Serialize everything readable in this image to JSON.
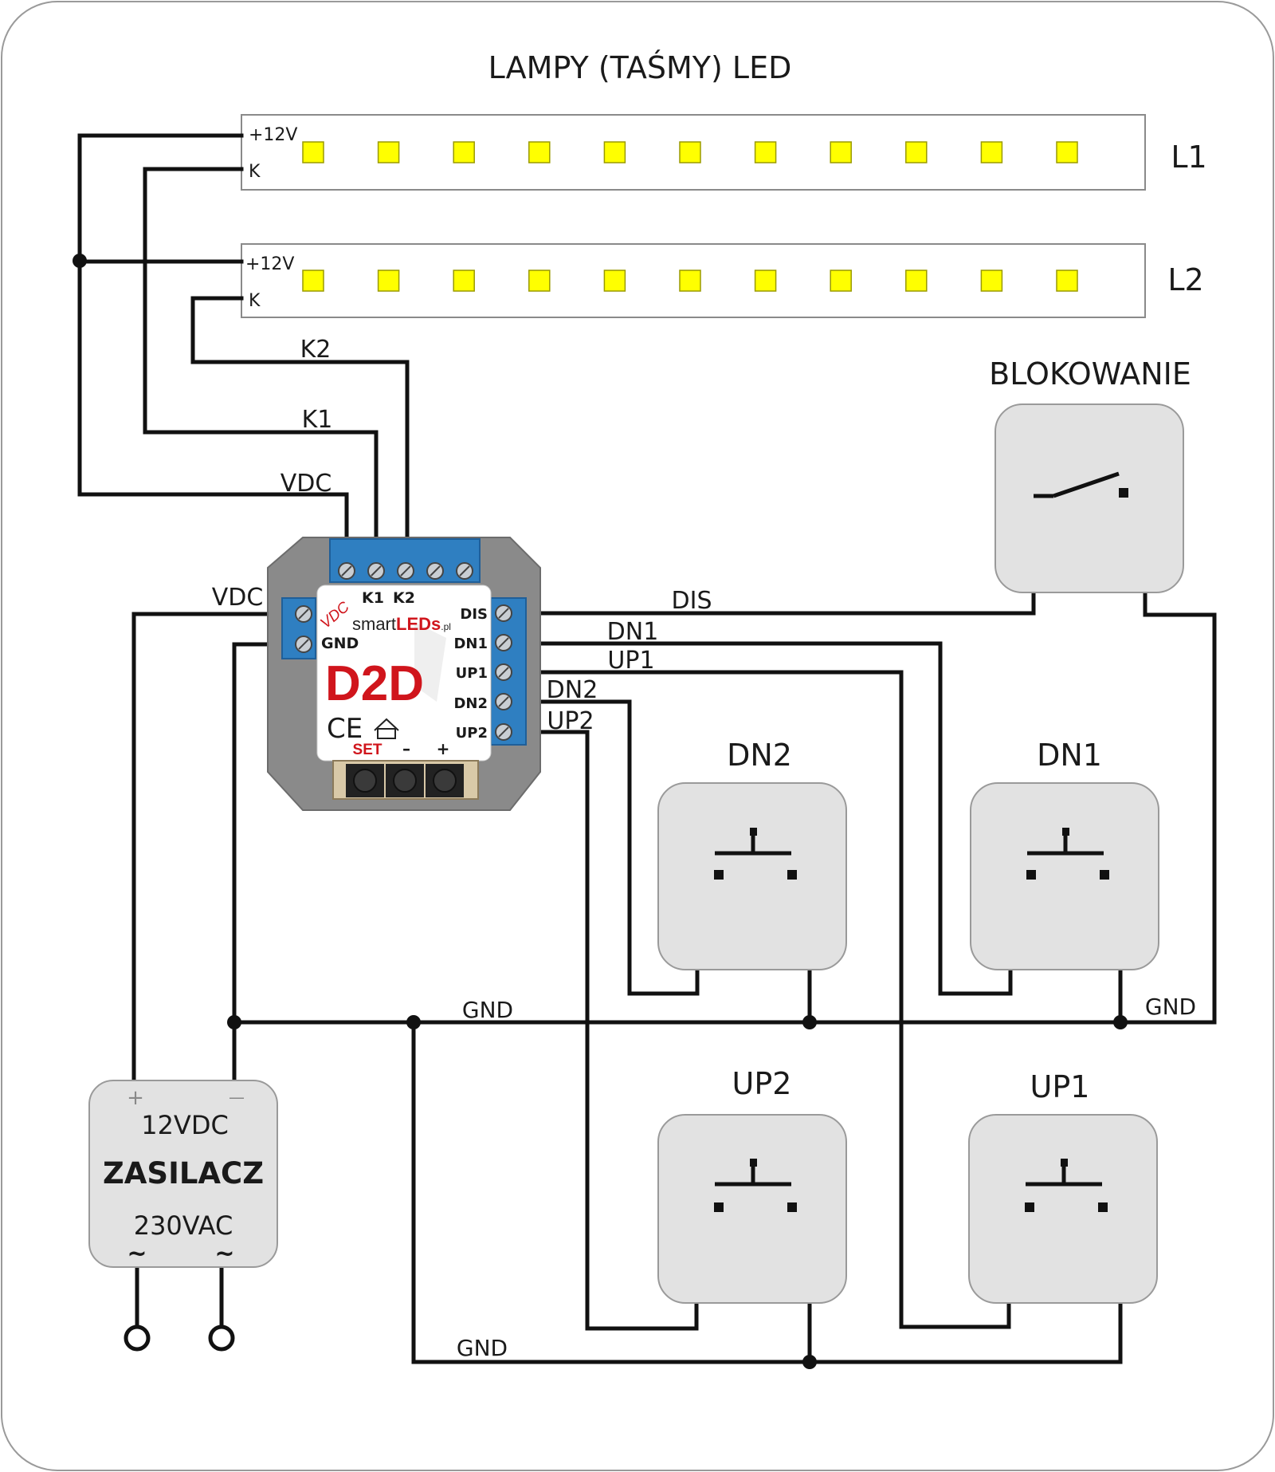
{
  "title": "LAMPY (TAŚMY) LED",
  "strips": [
    {
      "name": "L1",
      "plus_label": "+12V",
      "k_label": "K",
      "led_count": 11
    },
    {
      "name": "L2",
      "plus_label": "+12V",
      "k_label": "K",
      "led_count": 11
    }
  ],
  "wire_labels": {
    "k2": "K2",
    "k1": "K1",
    "vdc_top": "VDC",
    "vdc_left": "VDC",
    "dis": "DIS",
    "dn1": "DN1",
    "up1": "UP1",
    "dn2": "DN2",
    "up2": "UP2",
    "gnd_mid": "GND",
    "gnd_right": "GND",
    "gnd_bottom": "GND"
  },
  "controller": {
    "brand_prefix": "smart",
    "brand_leds": "LEDs",
    "brand_suffix": ".pl",
    "model": "D2D",
    "vdc": "VDC",
    "k1": "K1",
    "k2": "K2",
    "gnd": "GND",
    "dis": "DIS",
    "dn1": "DN1",
    "up1": "UP1",
    "dn2": "DN2",
    "up2": "UP2",
    "ce": "CE",
    "set": "SET",
    "minus": "–",
    "plus": "+"
  },
  "blocking": {
    "title": "BLOKOWANIE"
  },
  "buttons": {
    "dn2": "DN2",
    "dn1": "DN1",
    "up2": "UP2",
    "up1": "UP1"
  },
  "psu": {
    "plus": "+",
    "minus": "—",
    "voltage_out": "12VDC",
    "name": "ZASILACZ",
    "voltage_in": "230VAC",
    "ac1": "~",
    "ac2": "~"
  },
  "colors": {
    "wire": "#111111",
    "led": "#ffff00",
    "panel": "#e2e2e2",
    "module": "#8a8a8a",
    "terminal": "#2f7fc1",
    "model": "#d0151c"
  }
}
